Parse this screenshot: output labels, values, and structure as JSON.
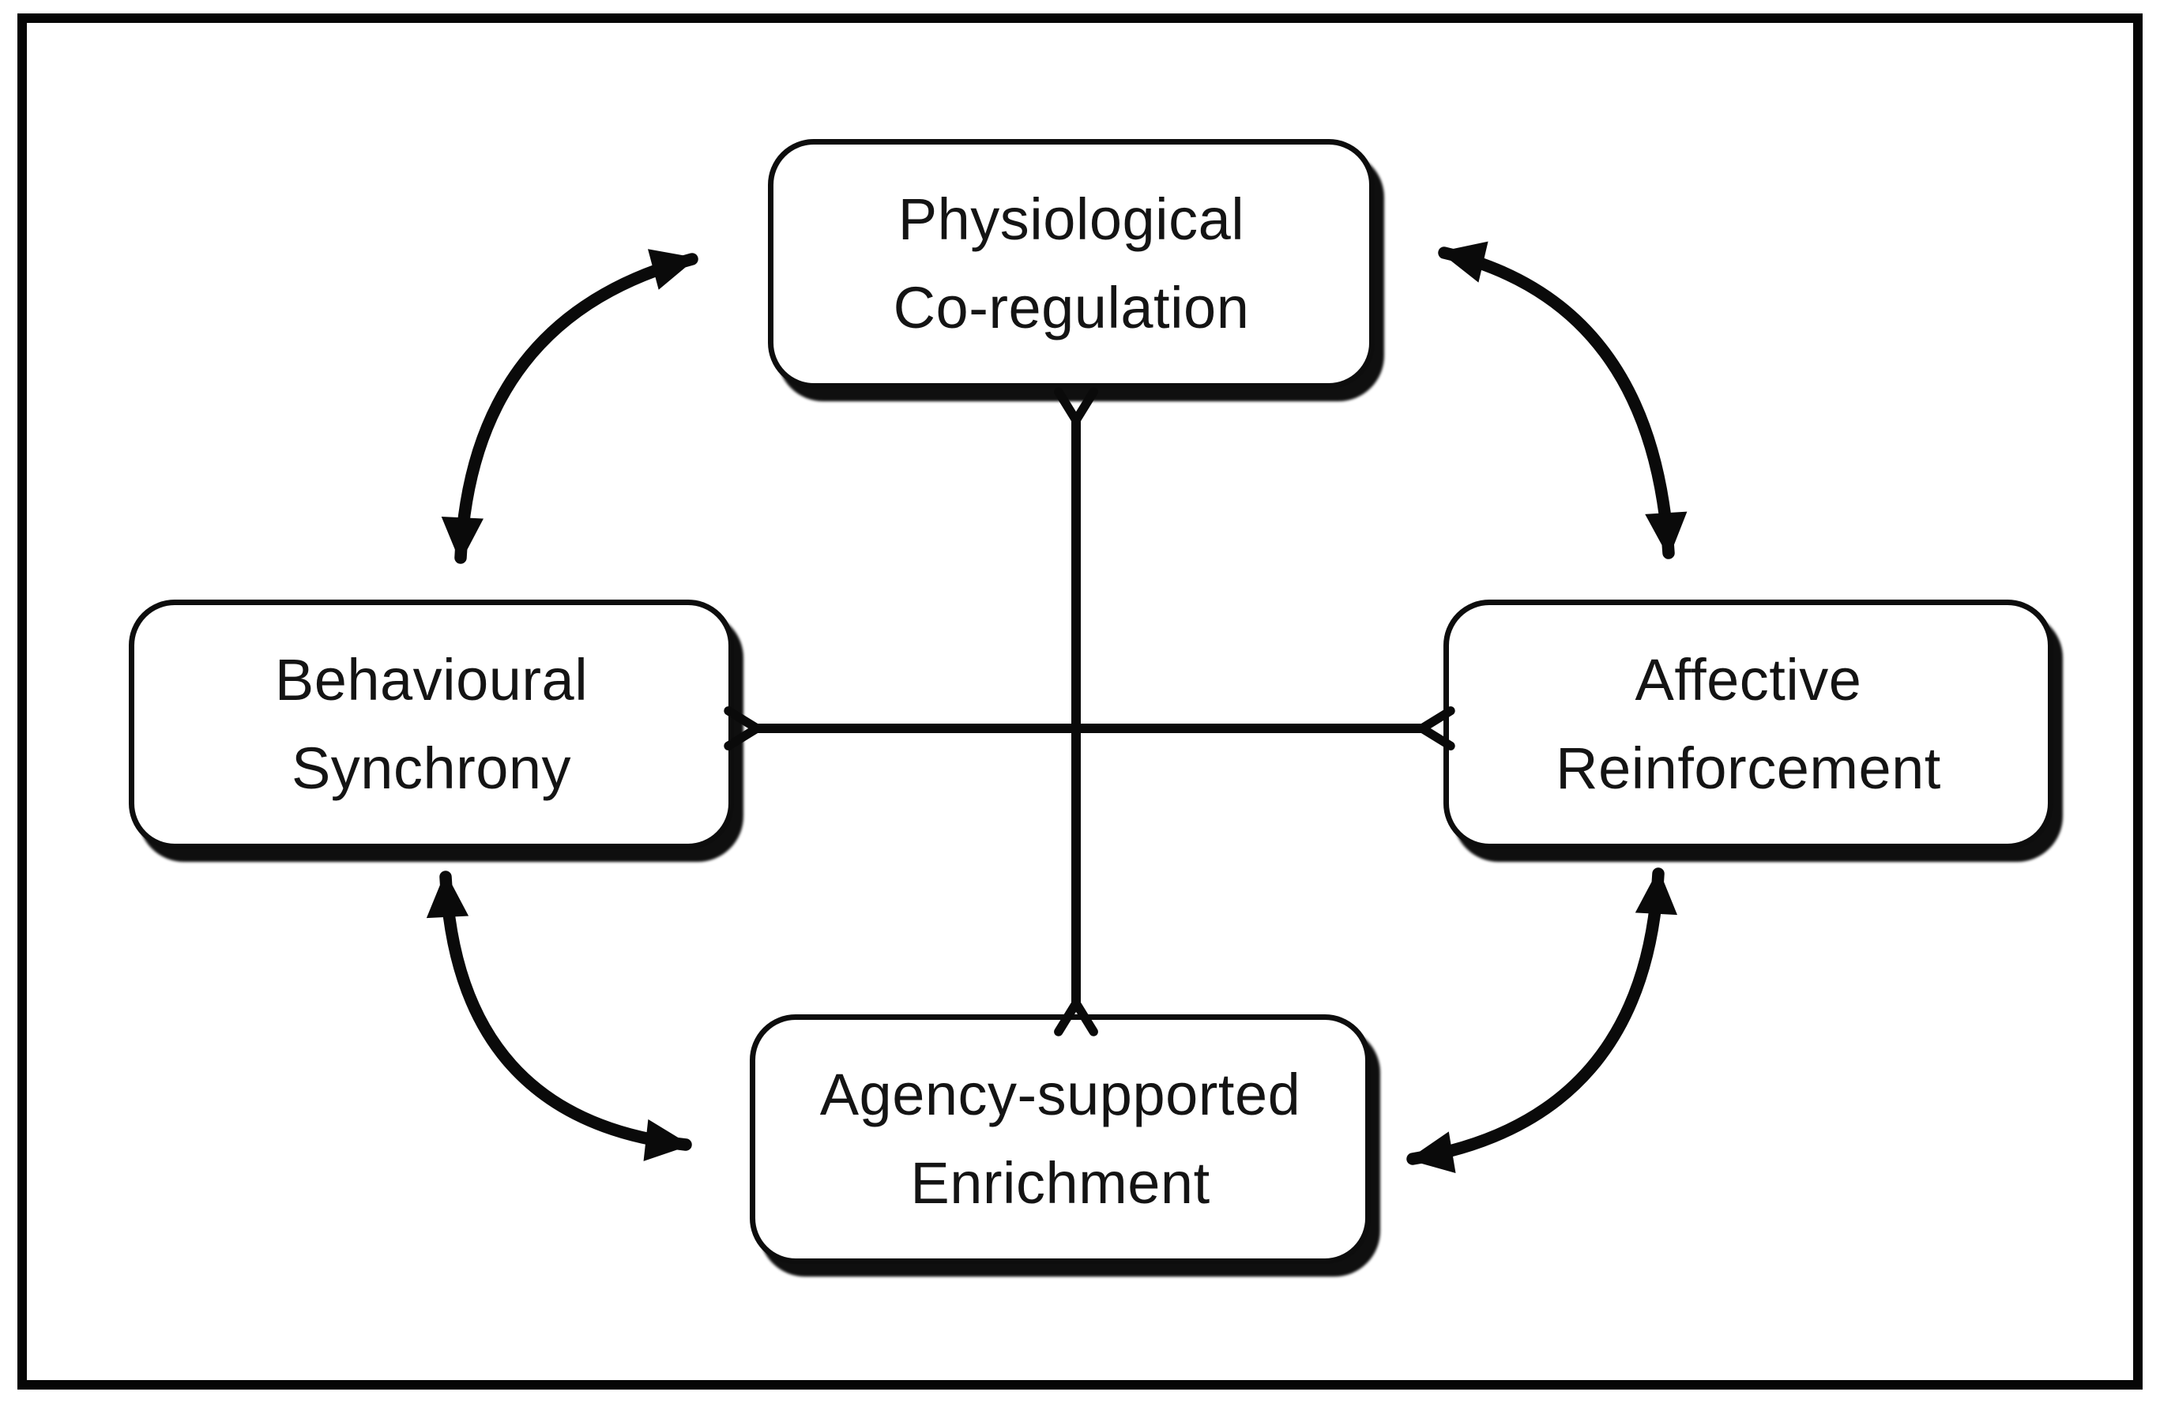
{
  "diagram": {
    "type": "cycle-diagram",
    "background_color": "#ffffff",
    "ink_color": "#0a0a0a",
    "nodes": {
      "top": {
        "line1": "Physiological",
        "line2": "Co-regulation"
      },
      "left": {
        "line1": "Behavioural",
        "line2": "Synchrony"
      },
      "right": {
        "line1": "Affective",
        "line2": "Reinforcement"
      },
      "bottom": {
        "line1": "Agency-supported",
        "line2": "Enrichment"
      }
    },
    "connections": [
      {
        "from": "Behavioural Synchrony",
        "to": "Physiological Co-regulation",
        "style": "curved",
        "bidirectional": true
      },
      {
        "from": "Physiological Co-regulation",
        "to": "Affective Reinforcement",
        "style": "curved",
        "bidirectional": true
      },
      {
        "from": "Affective Reinforcement",
        "to": "Agency-supported Enrichment",
        "style": "curved",
        "bidirectional": true
      },
      {
        "from": "Agency-supported Enrichment",
        "to": "Behavioural Synchrony",
        "style": "curved",
        "bidirectional": true
      },
      {
        "from": "Physiological Co-regulation",
        "to": "Agency-supported Enrichment",
        "style": "straight",
        "bidirectional": true
      },
      {
        "from": "Behavioural Synchrony",
        "to": "Affective Reinforcement",
        "style": "straight",
        "bidirectional": true
      }
    ]
  }
}
